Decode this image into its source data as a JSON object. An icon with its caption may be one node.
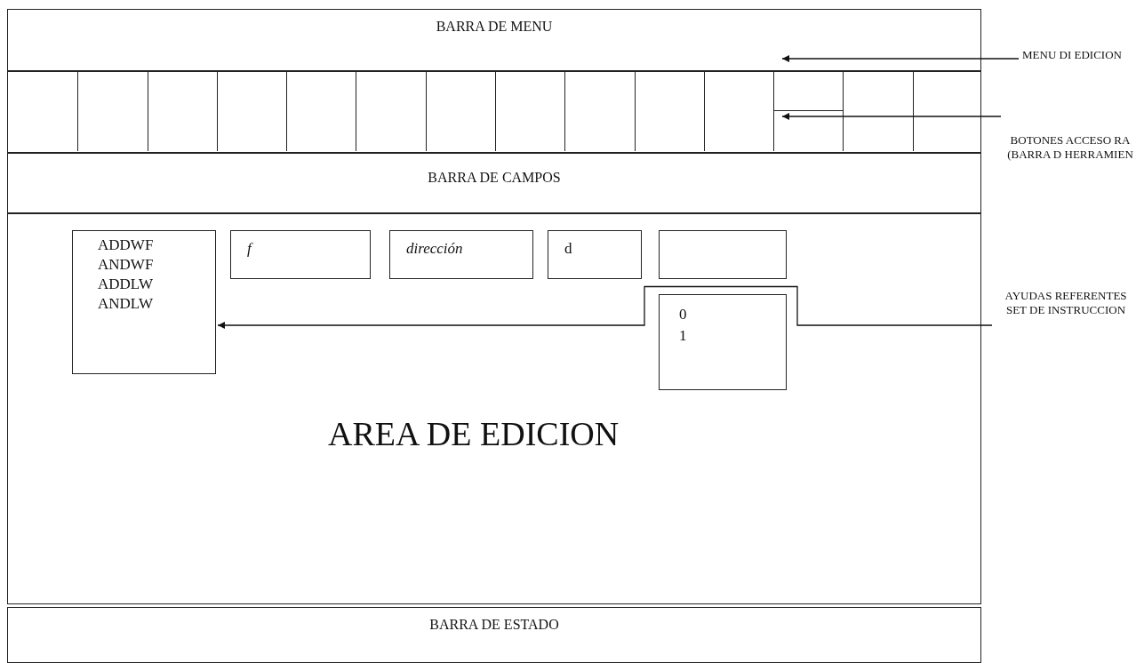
{
  "diagram": {
    "nodes": [
      {
        "text": [
          "BARRA DE MENU"
        ]
      },
      {
        "text": [],
        "shape": "bar"
      },
      {
        "text": [
          "BARRA DE CAMPOS"
        ]
      },
      {
        "text": [
          "AREA DE EDICION"
        ]
      },
      {
        "text": [
          "ADDWF",
          "ANDWF",
          "ADDLW",
          "ANDLW"
        ],
        "in": 3
      },
      {
        "text": [
          "f"
        ],
        "in": 3
      },
      {
        "text": [
          "dirección"
        ],
        "in": 3
      },
      {
        "text": [
          "d"
        ],
        "in": 3
      },
      {
        "text": [],
        "shape": "box",
        "in": 3
      },
      {
        "text": [
          "0",
          "1"
        ],
        "in": 3
      },
      {
        "text": [
          "BARRA DE ESTADO"
        ]
      },
      {
        "text": [
          "MENU DI EDICION"
        ]
      },
      {
        "text": [
          "BOTONES ACCESO RA (BARRA D HERRAMIEN"
        ]
      },
      {
        "text": [
          "AYUDAS REFERENTES SET DE INSTRUCCION"
        ]
      }
    ],
    "edges": [
      {
        "from": 11,
        "to": 0,
        "arrow": "to"
      },
      {
        "from": 12,
        "to": 1,
        "arrow": "to"
      },
      {
        "from": 13,
        "to": 4,
        "arrow": "to"
      }
    ]
  }
}
